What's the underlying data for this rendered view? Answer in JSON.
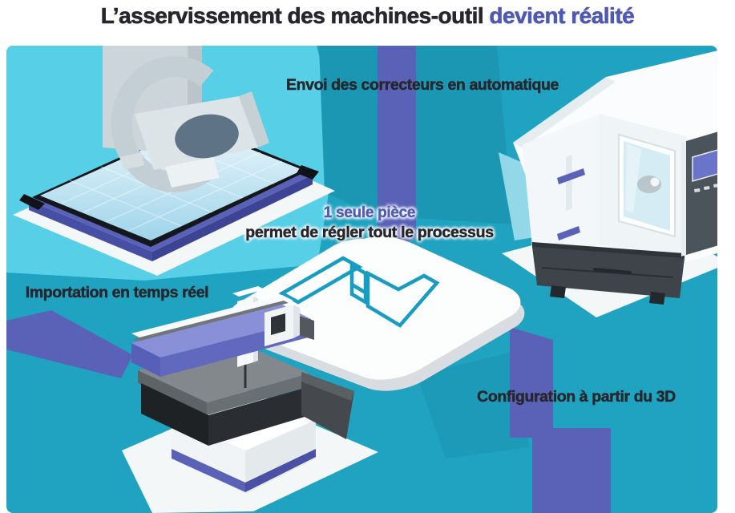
{
  "title": {
    "main": "L’asservissement des machines-outil ",
    "accent": "devient réalité"
  },
  "annotations": {
    "top_label": "Envoi des correcteurs en automatique",
    "left_label": "Importation en temps réel",
    "bottom_right_label": "Configuration à partir du 3D",
    "center_caption": {
      "line1": "1 seule pièce",
      "line2": "permet de régler tout le processus"
    }
  },
  "icons": {
    "brand_logo": "isometric-zigzag-logo",
    "machines": [
      "optical-scanner",
      "cnc-machining-center",
      "cmm-bridge-machine"
    ]
  },
  "colors": {
    "background": "#FFFFFF",
    "panel_teal": "#1FA3C1",
    "panel_teal_light": "#57CFE7",
    "panel_teal_dark": "#1B96B3",
    "ribbon_purple": "#5A62B8",
    "title_text": "#26262C",
    "title_accent": "#4F58B2",
    "caption_accent": "#515CB5",
    "logo_teal": "#189DC2"
  }
}
